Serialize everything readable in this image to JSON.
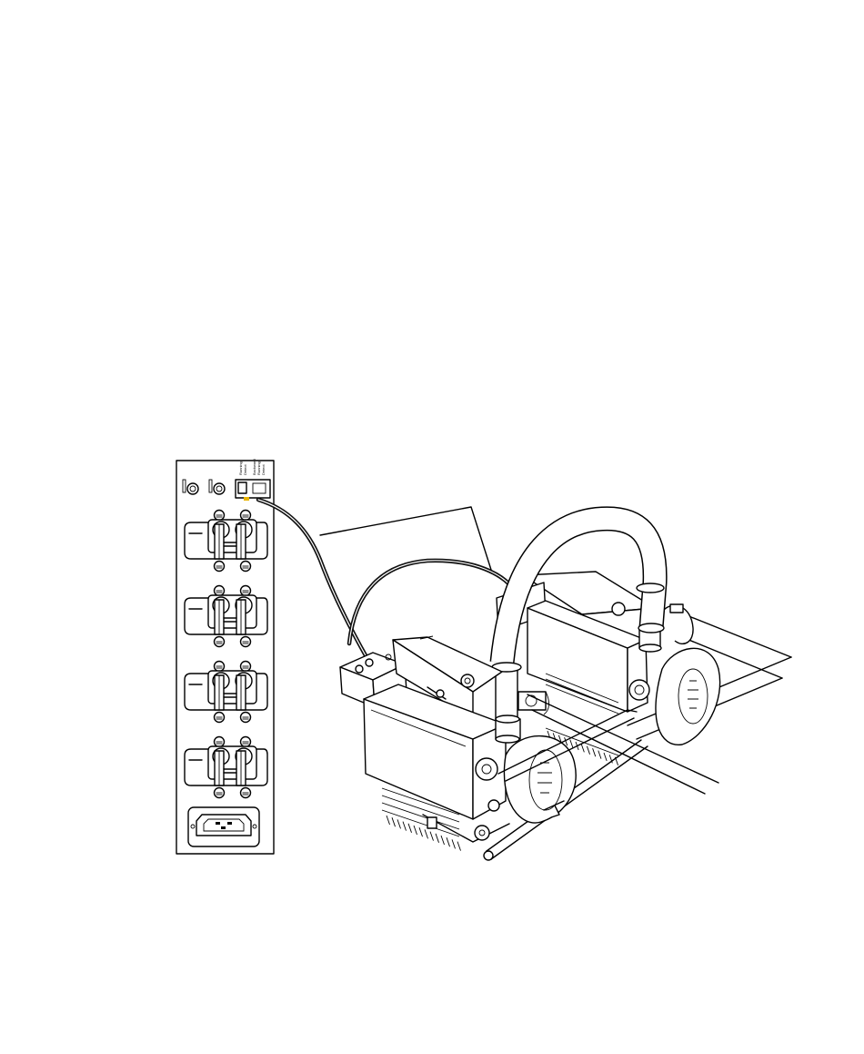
{
  "figure": {
    "panel_label_top_1": "Running",
    "panel_label_top_2": "Detect",
    "panel_label_side_1": "Backward",
    "panel_label_side_2": "Running",
    "panel_label_side_3": "Detect",
    "breaker_count": 4,
    "colors": {
      "line": "#000000",
      "cable": "#111111",
      "accent": "#e8b400",
      "background": "#ffffff"
    }
  }
}
